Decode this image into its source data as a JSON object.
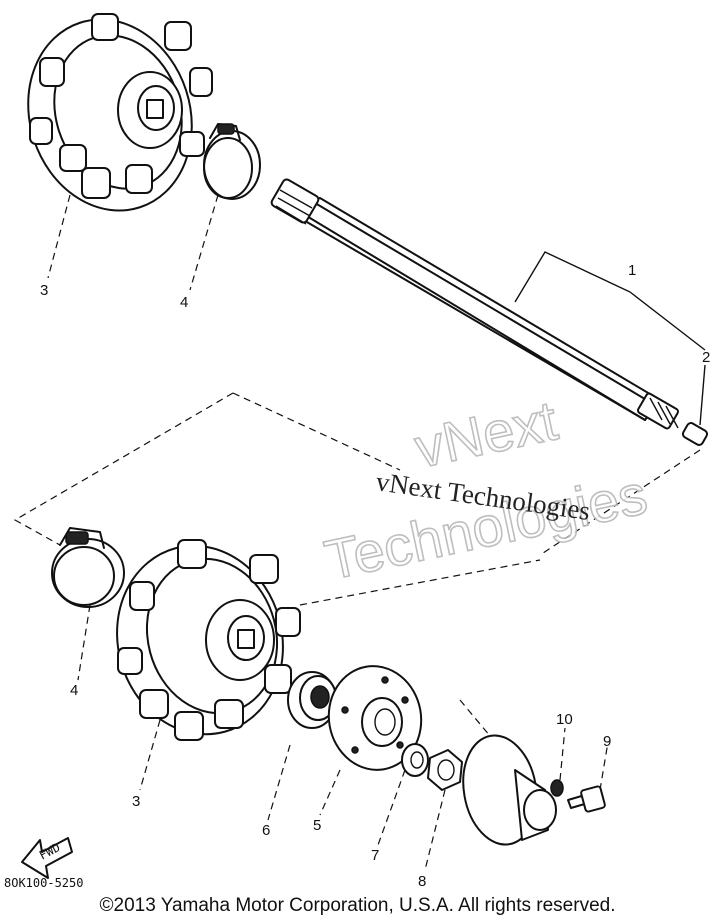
{
  "diagram": {
    "callouts": [
      {
        "id": "1",
        "label": "1"
      },
      {
        "id": "2",
        "label": "2"
      },
      {
        "id": "3a",
        "label": "3"
      },
      {
        "id": "4a",
        "label": "4"
      },
      {
        "id": "4b",
        "label": "4"
      },
      {
        "id": "3b",
        "label": "3"
      },
      {
        "id": "6",
        "label": "6"
      },
      {
        "id": "5",
        "label": "5"
      },
      {
        "id": "7",
        "label": "7"
      },
      {
        "id": "8",
        "label": "8"
      },
      {
        "id": "10",
        "label": "10"
      },
      {
        "id": "9",
        "label": "9"
      }
    ],
    "fwd_label": "FWD",
    "figure_code": "8OK100-5250"
  },
  "watermark": {
    "line1": "vNext",
    "line2": "Technologies",
    "small": "vNext Technologies"
  },
  "footer": {
    "copyright": "©2013 Yamaha Motor Corporation, U.S.A. All rights reserved."
  }
}
